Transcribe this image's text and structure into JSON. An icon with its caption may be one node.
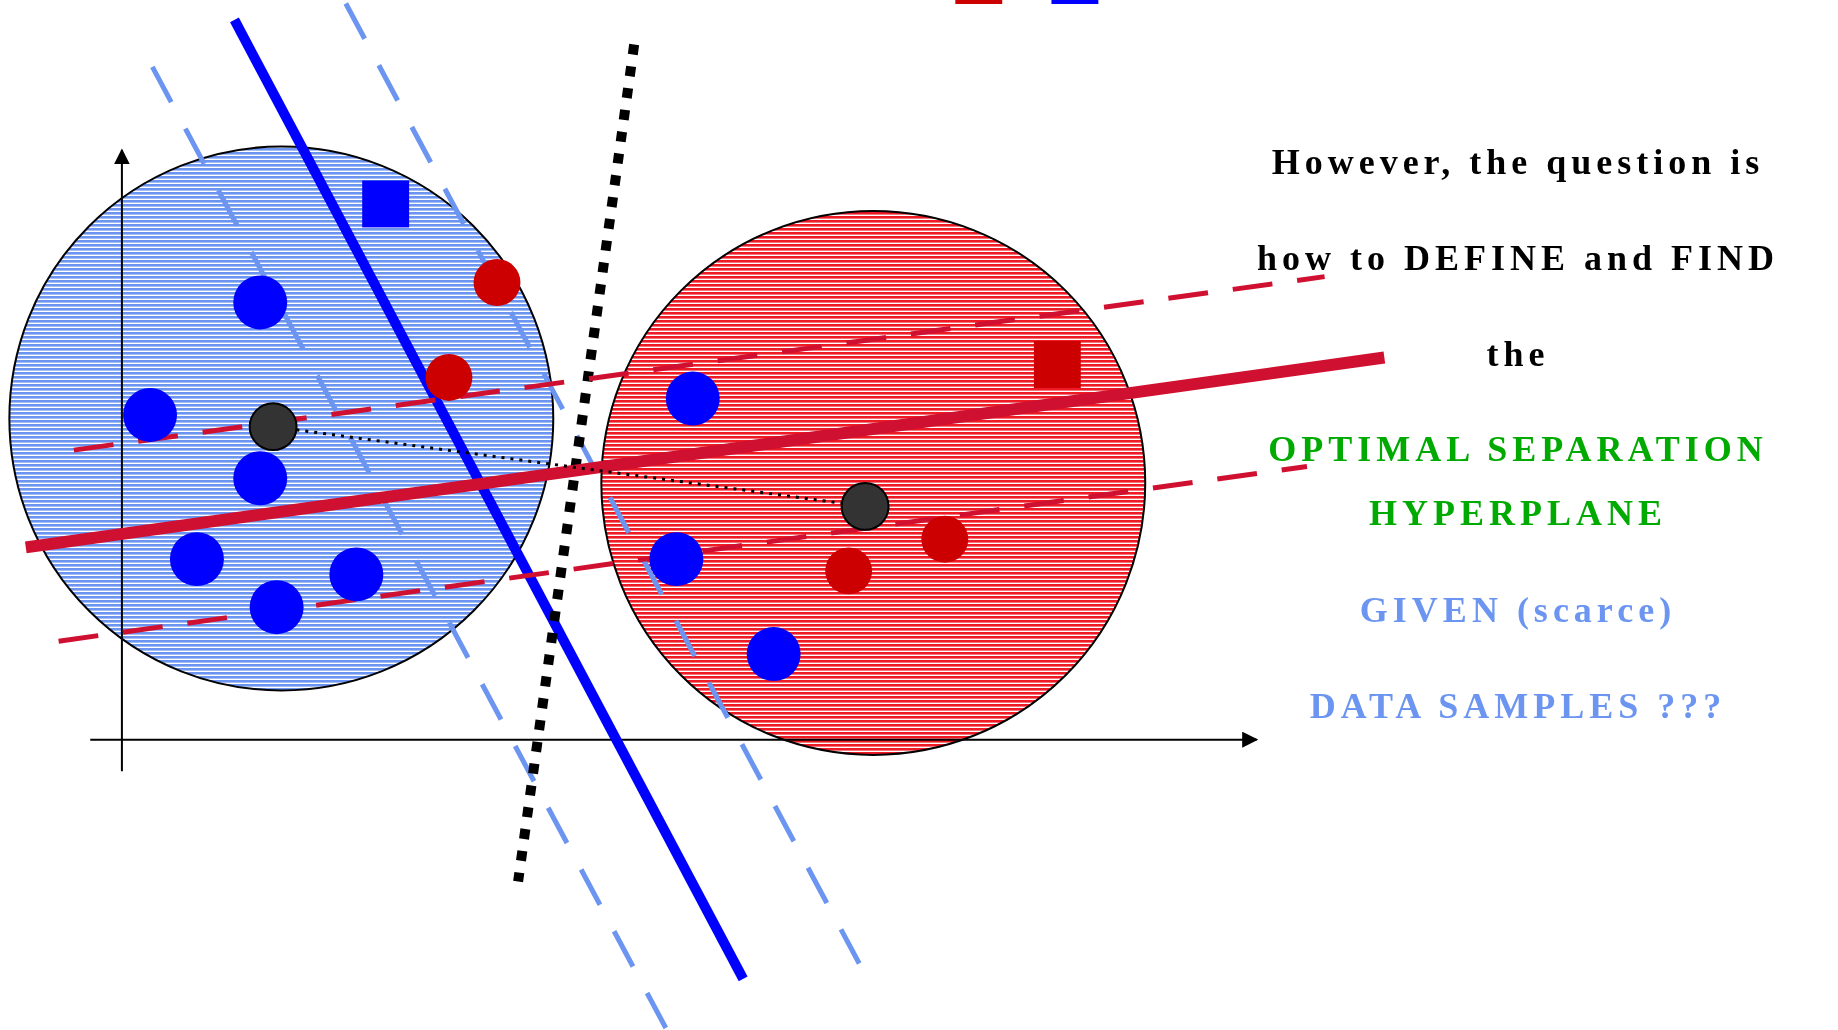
{
  "diagram": {
    "nodes": [
      {
        "text": [],
        "shape": "circle"
      },
      {
        "text": [],
        "shape": "circle"
      }
    ],
    "edges": [
      {
        "from": 0,
        "to": 1,
        "arrow": "none",
        "style": "dashed"
      }
    ],
    "labels": [
      "However, the question is",
      "how to DEFINE and FIND",
      "the",
      "OPTIMAL SEPARATION HYPERPLANE",
      "GIVEN (scarce)",
      "DATA SAMPLES ???"
    ]
  }
}
